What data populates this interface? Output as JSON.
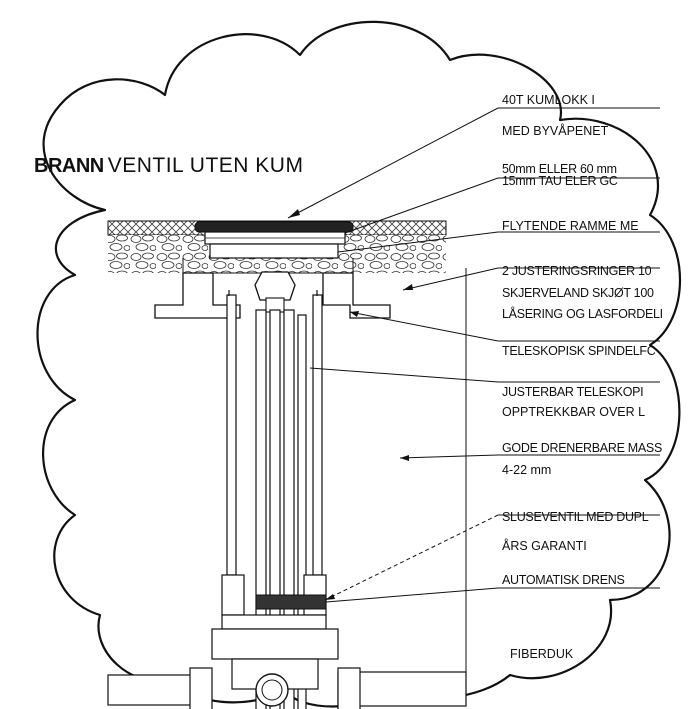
{
  "title": {
    "bold": "BRANN",
    "rest": "VENTIL UTEN KUM"
  },
  "labels": [
    {
      "id": "lid",
      "lines": [
        "40T KUMLOKK I",
        "MED BYVÅPENET"
      ]
    },
    {
      "id": "ring",
      "lines": [
        "50mm  ELLER 60  mm",
        "15mm  TAU ELER GC"
      ]
    },
    {
      "id": "frame",
      "lines": [
        "FLYTENDE  RAMME  ME"
      ]
    },
    {
      "id": "adjust",
      "lines": [
        "2  JUSTERINGSRINGER 10",
        "SKJERVELAND SKJØT 100",
        "LÅSERING OG LASFORDELI"
      ]
    },
    {
      "id": "spindle",
      "lines": [
        "TELESKOPISK  SPINDELFC"
      ]
    },
    {
      "id": "tele",
      "lines": [
        "JUSTERBAR TELESKOPI",
        "OPPTREKKBAR OVER L"
      ]
    },
    {
      "id": "mass",
      "lines": [
        "GODE DRENERBARE  MASS",
        "4-22 mm"
      ]
    },
    {
      "id": "valve",
      "lines": [
        "SLUSEVENTIL MED DUPL",
        "ÅRS GARANTI"
      ]
    },
    {
      "id": "drain",
      "lines": [
        "AUTOMATISK  DRENS"
      ]
    },
    {
      "id": "fiber",
      "lines": [
        "FIBERDUK"
      ]
    }
  ],
  "colors": {
    "line": "#111111",
    "hatch": "#555555",
    "fill": "#ffffff"
  },
  "icons": [
    "cloud-outline",
    "leader-arrow"
  ]
}
